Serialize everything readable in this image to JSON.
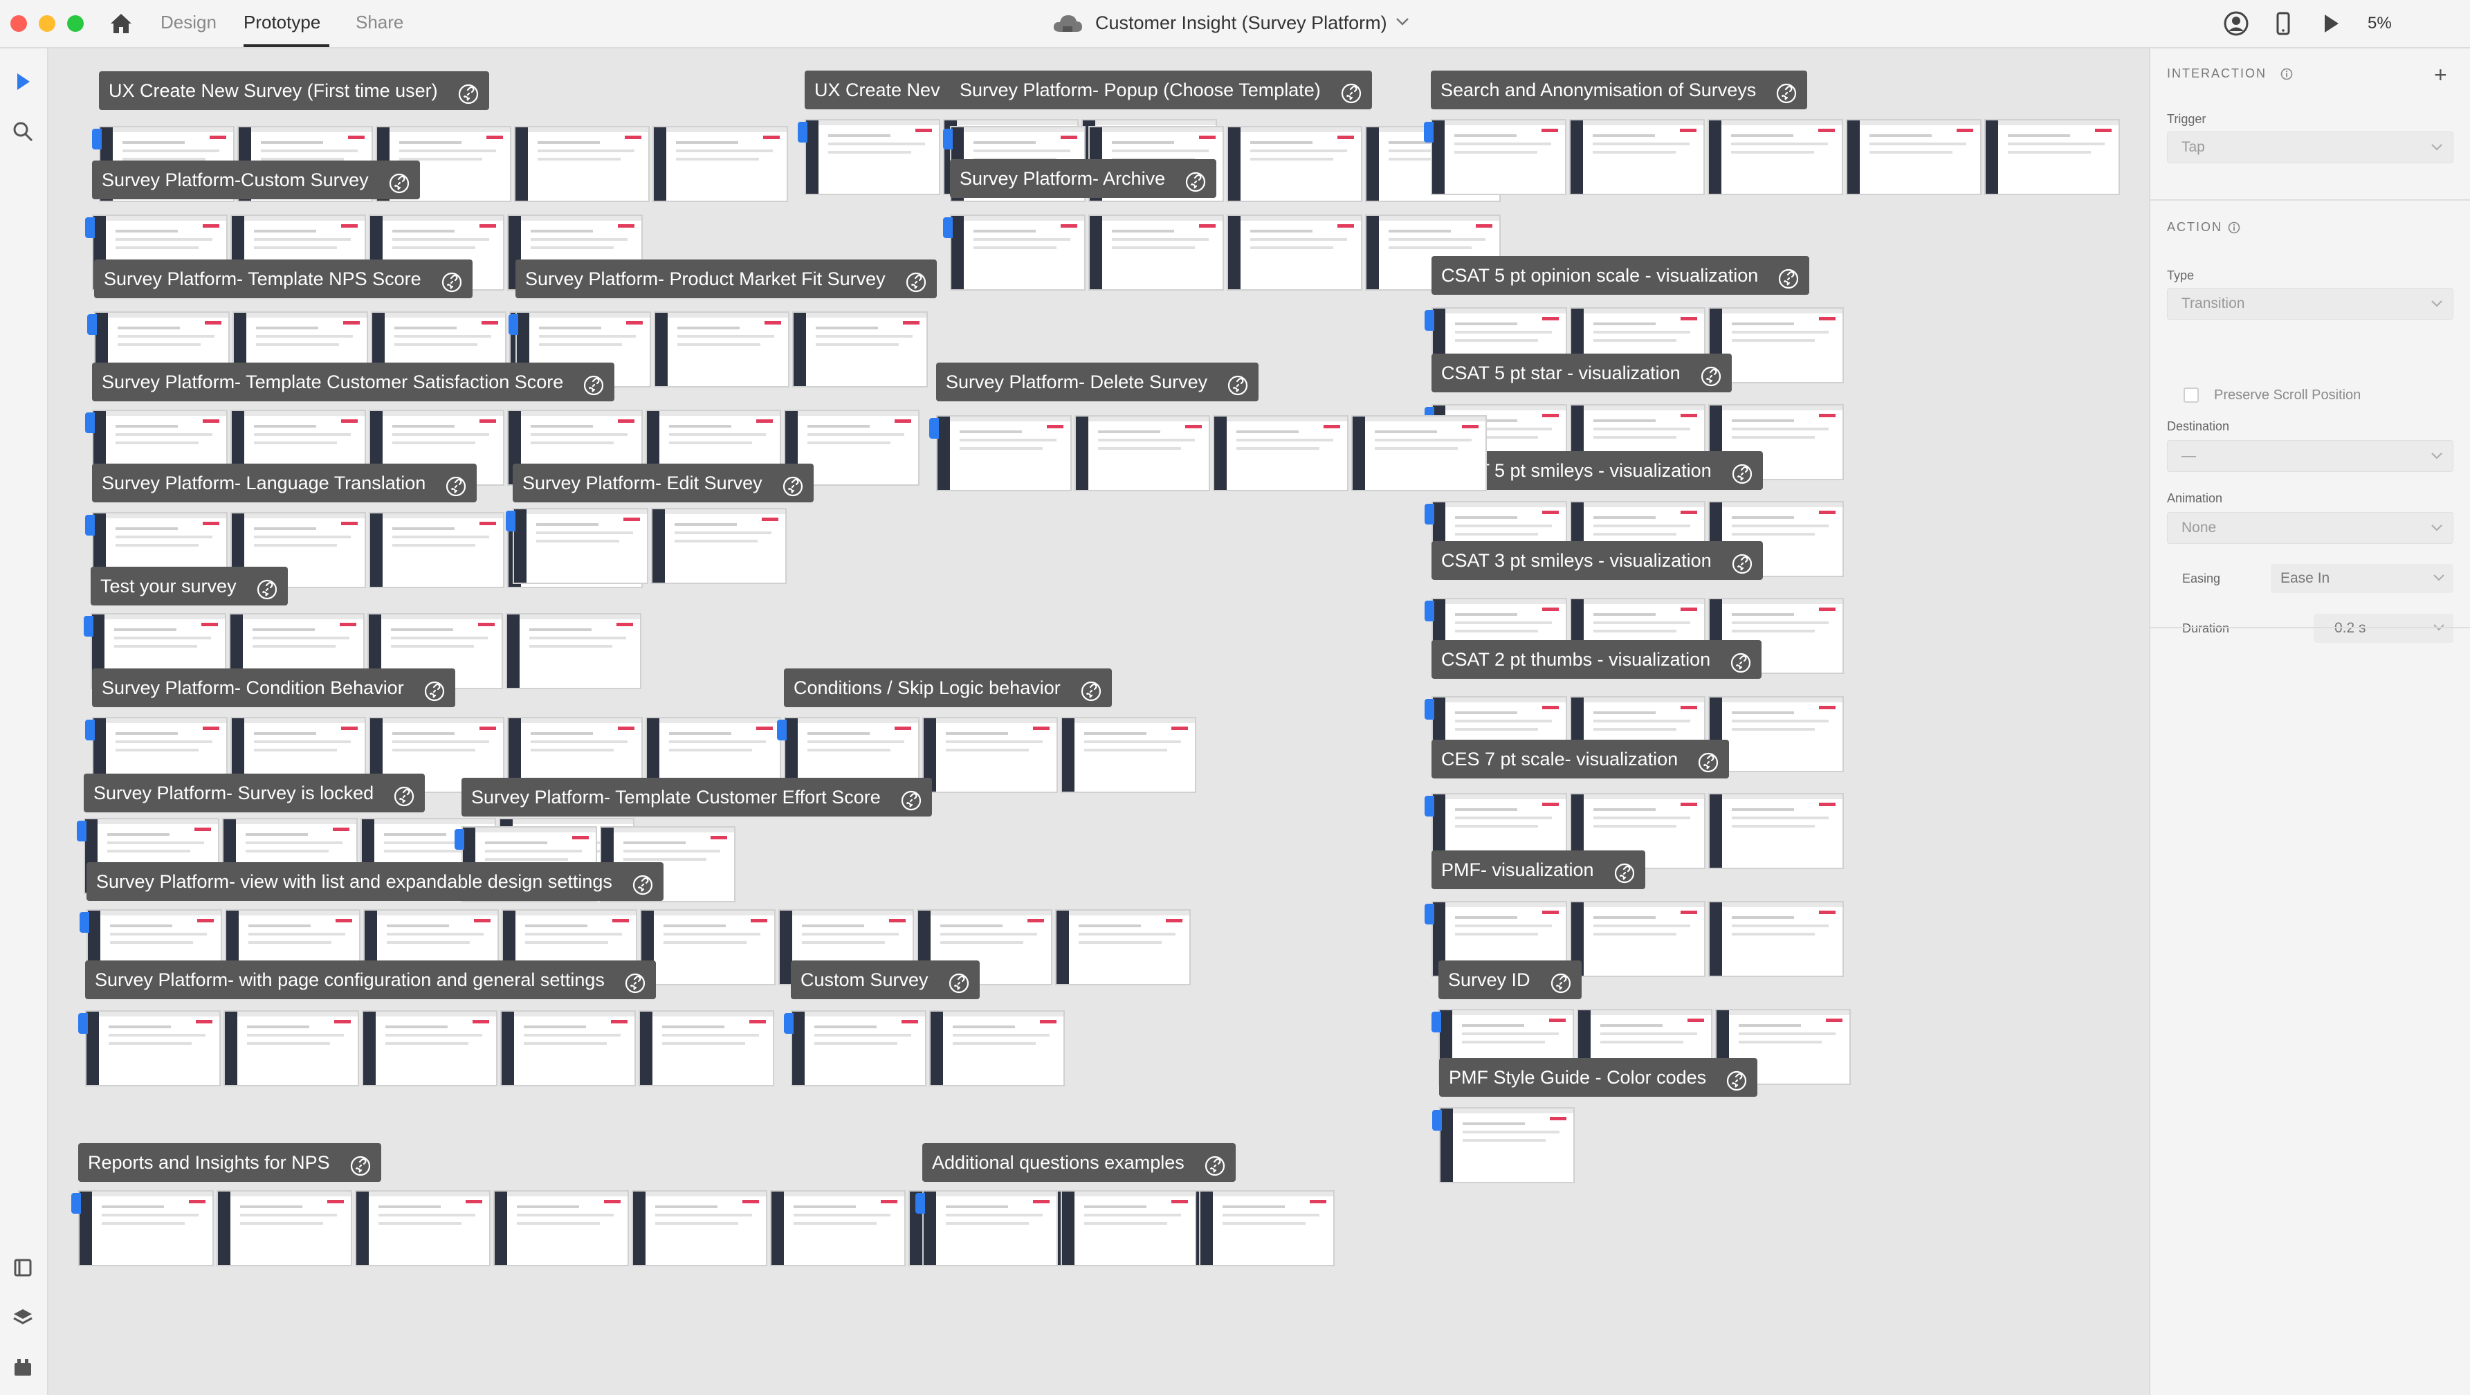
{
  "titlebar": {
    "modes": [
      {
        "label": "Design"
      },
      {
        "label": "Prototype"
      },
      {
        "label": "Share"
      }
    ],
    "active_mode": "Prototype",
    "document_title": "Customer Insight (Survey Platform)",
    "zoom": "5%"
  },
  "canvas": {
    "artboard_groups": [
      {
        "name": "UX Create New Survey (First time user)",
        "thumbs": 5
      },
      {
        "name": "UX Create Nev",
        "thumbs": 3
      },
      {
        "name": "Survey Platform- Popup (Choose Template)",
        "thumbs": 4
      },
      {
        "name": "Search and Anonymisation of Surveys",
        "thumbs": 7
      },
      {
        "name": "Survey Platform-Custom Survey",
        "thumbs": 4
      },
      {
        "name": "Survey Platform- Archive",
        "thumbs": 4
      },
      {
        "name": "Survey Platform- Template NPS Score",
        "thumbs": 4
      },
      {
        "name": "Survey Platform- Product Market Fit Survey",
        "thumbs": 3
      },
      {
        "name": "CSAT 5 pt opinion scale - visualization",
        "thumbs": 3
      },
      {
        "name": "CSAT 5 pt star - visualization",
        "thumbs": 3
      },
      {
        "name": "CSAT 5 pt smileys - visualization",
        "thumbs": 3
      },
      {
        "name": "Survey Platform- Template Customer Satisfaction Score",
        "thumbs": 6
      },
      {
        "name": "Survey Platform- Delete Survey",
        "thumbs": 4
      },
      {
        "name": "CSAT 3 pt smileys - visualization",
        "thumbs": 3
      },
      {
        "name": "Survey Platform- Language Translation",
        "thumbs": 4
      },
      {
        "name": "Survey Platform- Edit Survey",
        "thumbs": 2
      },
      {
        "name": "CSAT 2 pt thumbs - visualization",
        "thumbs": 3
      },
      {
        "name": "Test your survey",
        "thumbs": 4
      },
      {
        "name": "Survey Platform- Condition Behavior",
        "thumbs": 6
      },
      {
        "name": "Conditions / Skip Logic behavior",
        "thumbs": 3
      },
      {
        "name": "CES 7 pt scale- visualization",
        "thumbs": 3
      },
      {
        "name": "Survey Platform- Survey is locked",
        "thumbs": 4
      },
      {
        "name": "Survey Platform- Template Customer Effort Score",
        "thumbs": 2
      },
      {
        "name": "PMF- visualization",
        "thumbs": 3
      },
      {
        "name": "Survey Platform- view with list and expandable design settings",
        "thumbs": 8
      },
      {
        "name": "Survey ID",
        "thumbs": 3
      },
      {
        "name": "Survey Platform- with page configuration and general settings",
        "thumbs": 5
      },
      {
        "name": "Custom Survey",
        "thumbs": 2
      },
      {
        "name": "PMF Style Guide - Color codes",
        "thumbs": 1
      },
      {
        "name": "Reports and Insights for NPS",
        "thumbs": 9
      },
      {
        "name": "Additional questions examples",
        "thumbs": 3
      }
    ]
  },
  "right_panel": {
    "interaction_title": "INTERACTION",
    "trigger_label": "Trigger",
    "trigger_value": "Tap",
    "action_title": "ACTION",
    "type_label": "Type",
    "type_value": "Transition",
    "preserve_label": "Preserve Scroll Position",
    "destination_label": "Destination",
    "destination_value": "—",
    "animation_label": "Animation",
    "animation_value": "None",
    "easing_label": "Easing",
    "easing_value": "Ease In",
    "duration_label": "Duration",
    "duration_value": "0.2 s"
  },
  "icons": [
    "home-icon",
    "cloud-icon",
    "user-icon",
    "mobile-icon",
    "play-icon",
    "select-tool-icon",
    "search-icon",
    "pages-icon",
    "layers-icon",
    "plugins-icon",
    "link-icon",
    "info-icon",
    "plus-icon",
    "chevron-down-icon"
  ]
}
